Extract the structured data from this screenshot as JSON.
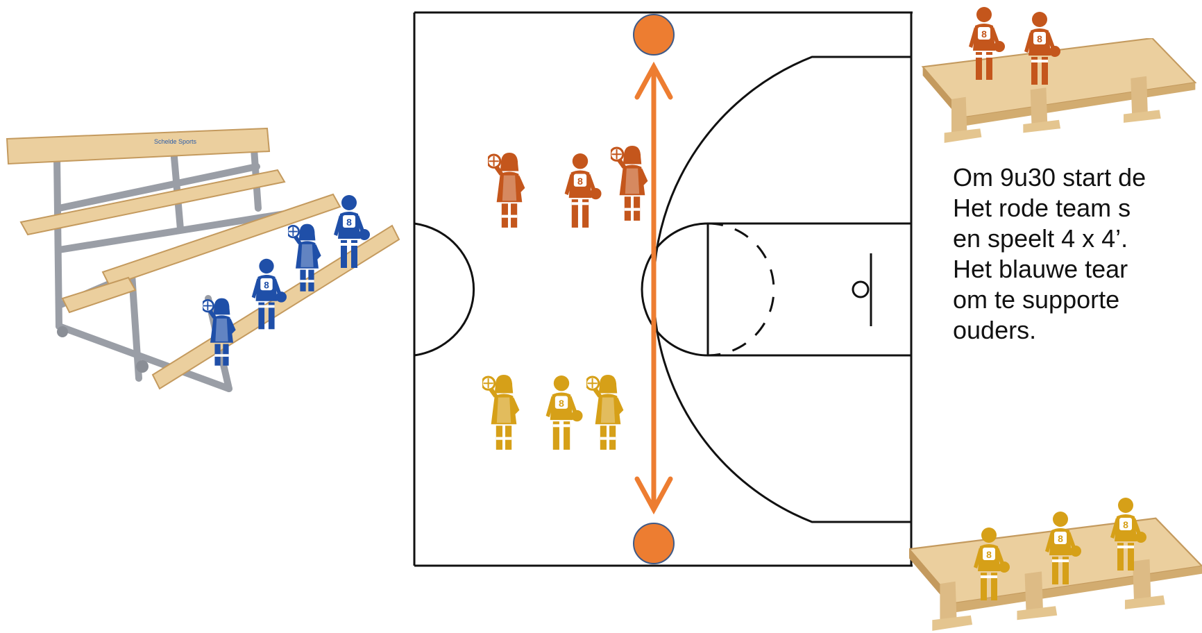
{
  "bleachers": {
    "brand_label": "Schelde Sports"
  },
  "text_lines": [
    "Om 9u30 start de",
    "Het  rode  team  s",
    "en speelt 4 x 4’.",
    "Het  blauwe  tear",
    "om  te  supporte",
    "ouders."
  ],
  "colors": {
    "red_team": "#C4561C",
    "yellow_team": "#D6A018",
    "blue_team": "#1F4FA8",
    "arrow": "#ED7D31",
    "wood": "#EBCF9E",
    "metal": "#9A9EA6",
    "court_line": "#111111"
  },
  "icons": [
    "player-icon",
    "basketball-icon",
    "bench-icon",
    "bleachers-icon",
    "jump-ball-marker-icon",
    "double-arrow-icon"
  ]
}
